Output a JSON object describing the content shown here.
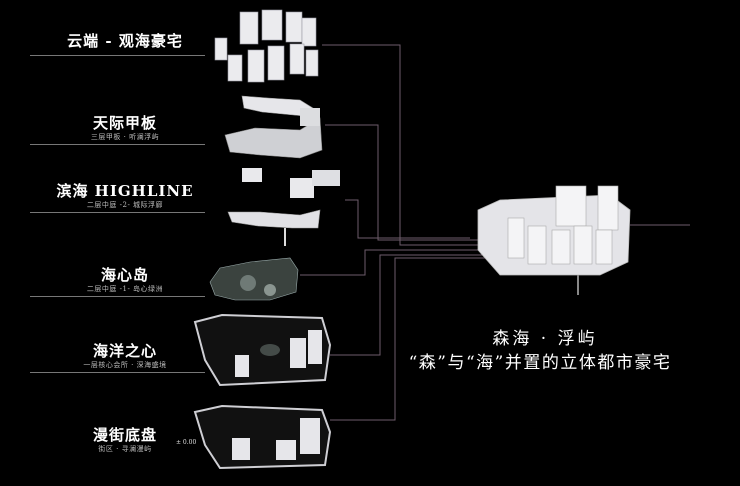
{
  "layers": [
    {
      "title": "云端 - 观海豪宅",
      "subtitle": ""
    },
    {
      "title": "天际甲板",
      "subtitle": "三层甲板 · 听澜浮屿"
    },
    {
      "title": "滨海 HIGHLINE",
      "subtitle": "二层中庭 -2- 城际浮廊"
    },
    {
      "title": "海心岛",
      "subtitle": "二层中庭 -1- 岛心绿洲"
    },
    {
      "title": "海洋之心",
      "subtitle": "一层核心会所 · 深海盛境"
    },
    {
      "title": "漫街底盘",
      "subtitle": "街区 · 寻澜漫屿"
    }
  ],
  "elevation_label": "± 0.00",
  "main": {
    "title": "森海 · 浮屿",
    "subtitle": "“森”与“海”并置的立体都市豪宅"
  },
  "colors": {
    "background": "#000000",
    "line": "#7a6a78",
    "building": "#e9e9ec"
  }
}
